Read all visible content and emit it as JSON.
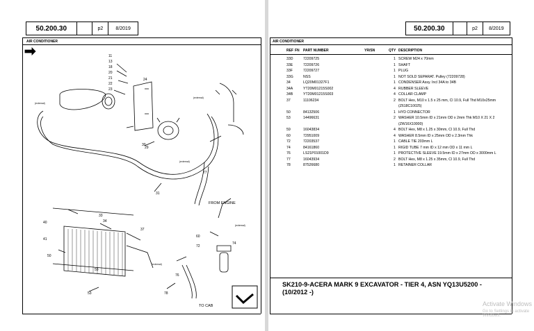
{
  "left_page": {
    "code": "50.200.30",
    "page": "p2",
    "date": "8/2019",
    "section": "AIR CONDITIONER",
    "callouts": [
      "11",
      "13",
      "18",
      "20",
      "21",
      "22",
      "23",
      "24",
      "29",
      "30",
      "31",
      "33",
      "34",
      "37",
      "40",
      "41",
      "50",
      "53",
      "59",
      "60",
      "72",
      "74",
      "76",
      "77",
      "78"
    ],
    "labels": {
      "from_engine": "FROM ENGINE",
      "to_cab": "TO CAB",
      "external_1": "(external)",
      "external_2": "(external)",
      "external_3": "(external)",
      "external_4": "(external)",
      "external_5": "(external)"
    }
  },
  "right_page": {
    "code": "50.200.30",
    "page": "p2",
    "date": "8/2019",
    "section": "AIR CONDITIONER",
    "columns": {
      "ref": "REF",
      "fn": "FN",
      "part": "PART NUMBER",
      "yrsn": "YR/SN",
      "qty": "QTY",
      "desc": "DESCRIPTION"
    },
    "rows": [
      {
        "ref": "33D",
        "part": "72209725",
        "qty": "1",
        "desc": "SCREW M24 x 70mm"
      },
      {
        "ref": "33E",
        "part": "72209726",
        "qty": "1",
        "desc": "SHAFT"
      },
      {
        "ref": "33F",
        "part": "72209727",
        "qty": "1",
        "desc": "PLUG"
      },
      {
        "ref": "33G",
        "part": "NSS",
        "qty": "1",
        "desc": "NOT SOLD SEPARAT. Pulley (72209728)"
      },
      {
        "ref": "34",
        "part": "LQ20M01327F1",
        "qty": "1",
        "desc": "CONDENSER Assy. Incl 34A to 34B"
      },
      {
        "ref": "34A",
        "part": "YT20M01215S002",
        "qty": "4",
        "desc": "RUBBER SLEEVE"
      },
      {
        "ref": "34B",
        "part": "YT20M01215S003",
        "qty": "4",
        "desc": "COLLAR CLAMP"
      },
      {
        "ref": "37",
        "part": "11106234",
        "qty": "2",
        "desc": "BOLT Hex, M10 x 1.5 x 25 mm, Cl 10.9, Full Thd M10x25mm"
      },
      {
        "ref": "",
        "part": "",
        "qty": "",
        "desc": "(Z618C10025)"
      },
      {
        "ref": "50",
        "part": "84132506",
        "qty": "1",
        "desc": "HYD CONNECTOR"
      },
      {
        "ref": "53",
        "part": "14496631",
        "qty": "2",
        "desc": "WASHER 10.5mm ID x 21mm OD x 2mm Thk M10 X 21 X 2"
      },
      {
        "ref": "",
        "part": "",
        "qty": "",
        "desc": "(ZW16X10000)"
      },
      {
        "ref": "59",
        "part": "16043834",
        "qty": "4",
        "desc": "BOLT Hex, M8 x 1.25 x 30mm, Cl 10.9, Full Thd"
      },
      {
        "ref": "60",
        "part": "72951009",
        "qty": "4",
        "desc": "WASHER 8.5mm ID x 25mm OD x 2.3mm Thk"
      },
      {
        "ref": "72",
        "part": "72203537",
        "qty": "1",
        "desc": "CABLE TIE 203mm L"
      },
      {
        "ref": "74",
        "part": "84161860",
        "qty": "1",
        "desc": "RIGID TUBE 7 mm ID x 12 mm OD x 11 mm L"
      },
      {
        "ref": "76",
        "part": "LS21P01001D9",
        "qty": "1",
        "desc": "PROTECTIVE SLEEVE 19.5mm ID x 27mm OD x 3000mm L"
      },
      {
        "ref": "77",
        "part": "16043934",
        "qty": "2",
        "desc": "BOLT Hex, M8 x 1.25 x 35mm, Cl 10.9, Full Thd"
      },
      {
        "ref": "78",
        "part": "87526680",
        "qty": "1",
        "desc": "RETAINER COLLAR"
      }
    ],
    "title": "SK210-9-ACERA MARK 9 EXCAVATOR - TIER 4, ASN YQ13U5200 - (10/2012 -)"
  },
  "watermark": {
    "line1": "Activate Windows",
    "line2": "Go to Settings to activate Windows."
  }
}
